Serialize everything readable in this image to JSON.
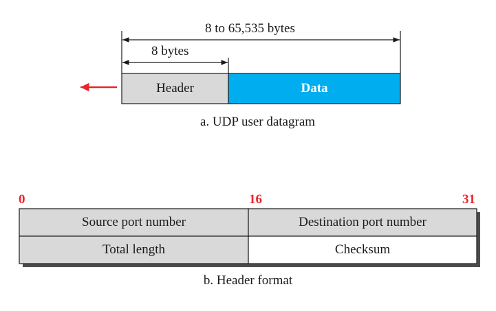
{
  "datagram": {
    "total_size_label": "8 to 65,535 bytes",
    "header_size_label": "8 bytes",
    "header_label": "Header",
    "data_label": "Data",
    "caption": "a. UDP user datagram",
    "colors": {
      "header_fill": "#d9d9d9",
      "data_fill": "#00aeef",
      "arrow": "#e8262b",
      "outline": "#1a1a1a"
    }
  },
  "header_format": {
    "bit_labels": {
      "start": "0",
      "middle": "16",
      "end": "31"
    },
    "fields": {
      "source_port": "Source port number",
      "destination_port": "Destination port number",
      "total_length": "Total length",
      "checksum": "Checksum"
    },
    "caption": "b. Header format",
    "colors": {
      "gray_fill": "#d9d9d9",
      "white_fill": "#ffffff",
      "shadow": "#4d4d4d",
      "bit_label": "#e8262b"
    }
  }
}
